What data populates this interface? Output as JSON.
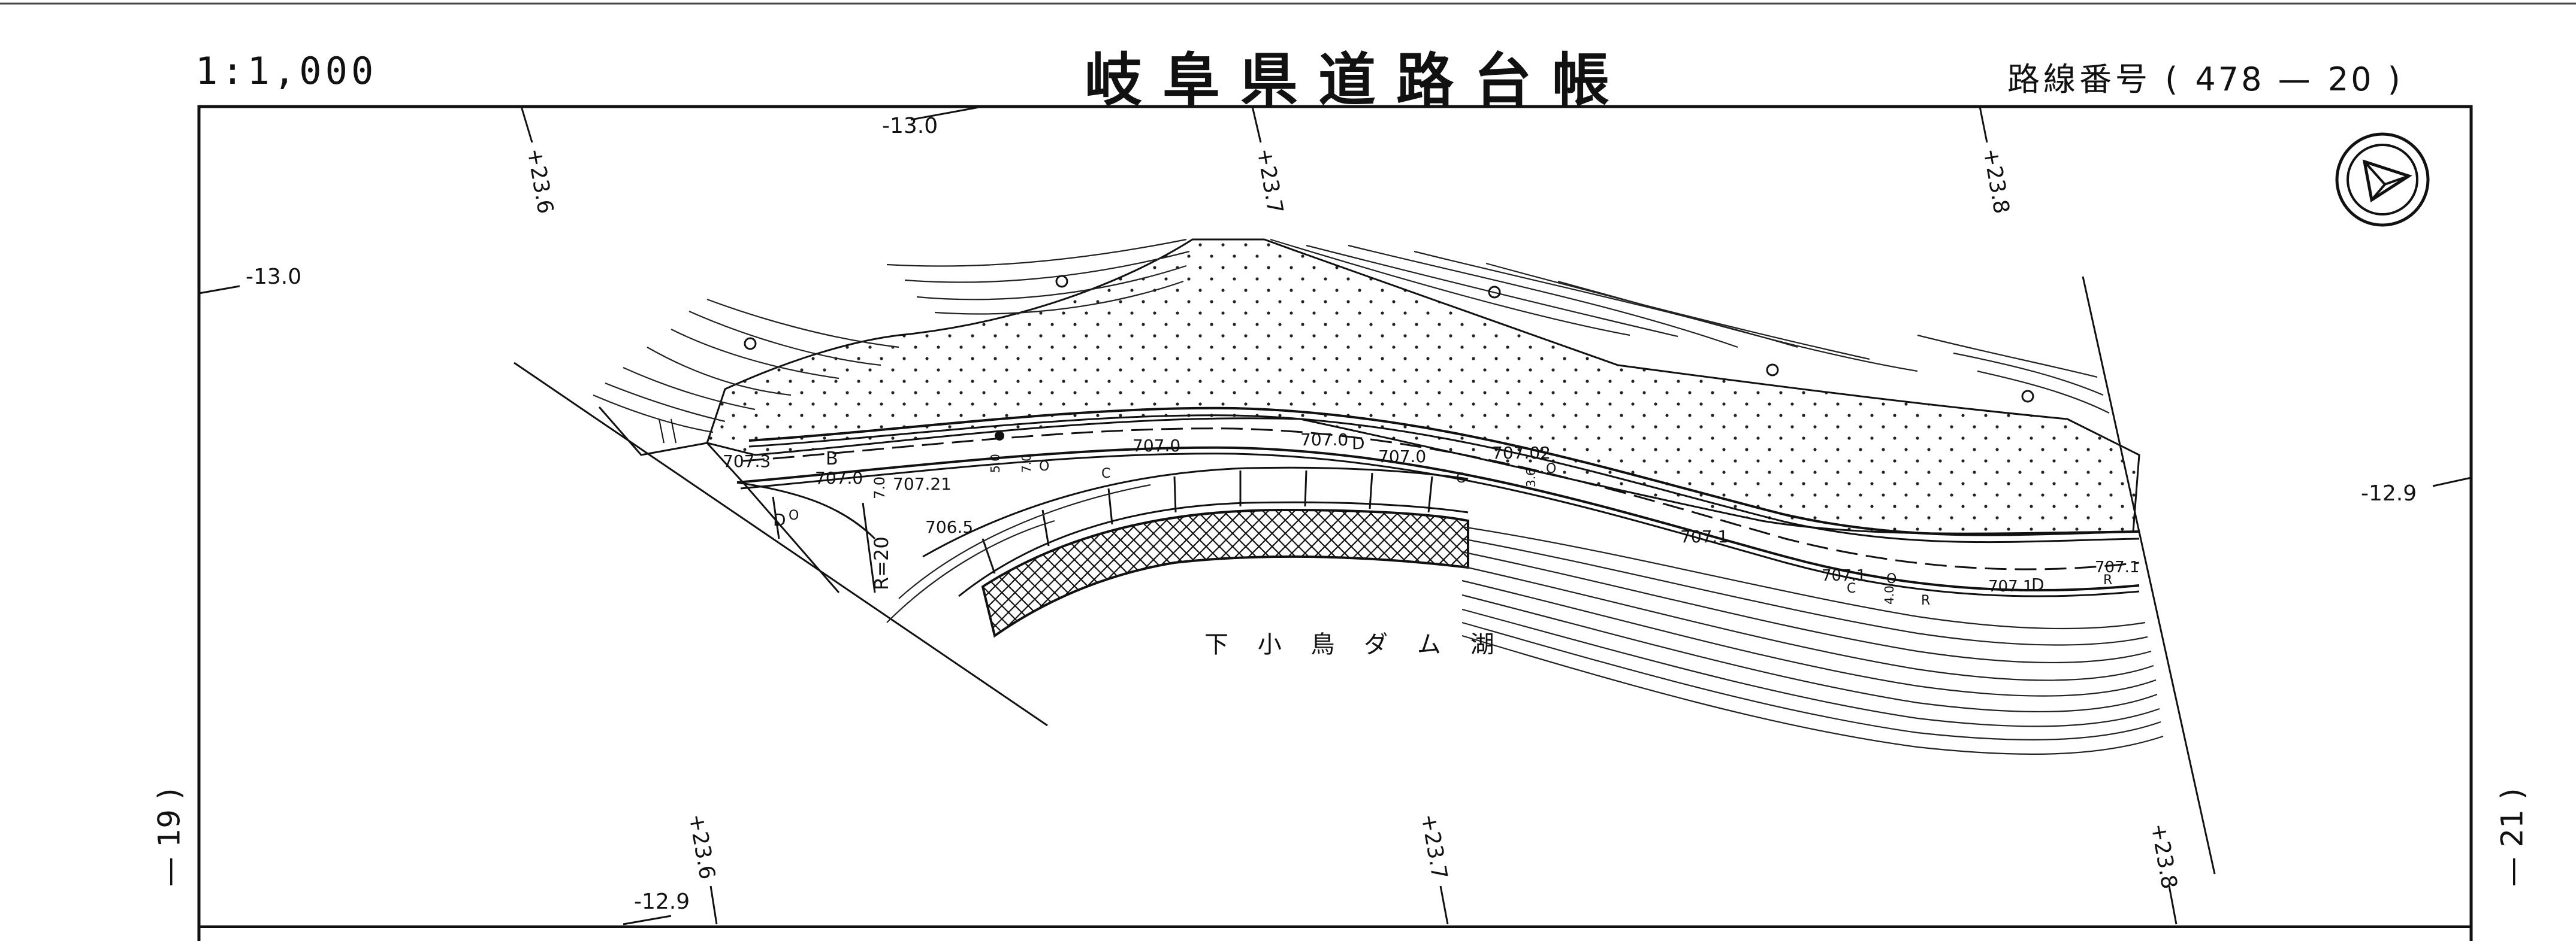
{
  "header": {
    "scale": "1:1,000",
    "title": "岐阜県道路台帳",
    "route_label": "路線番号",
    "route_open": "(",
    "route_number": "478",
    "route_dash": "—",
    "route_section": "20",
    "route_close": ")"
  },
  "adjacent_sheets": {
    "left": "— 19 )",
    "right": "— 21 )"
  },
  "map": {
    "lake_label": "下 小 鳥 ダ ム 湖",
    "grid_labels": {
      "x_top_1": "+23.6",
      "x_top_2": "+23.7",
      "x_top_3": "+23.8",
      "x_bottom_1": "+23.6",
      "x_bottom_2": "+23.7",
      "x_bottom_3": "+23.8",
      "y_top": "-13.0",
      "y_left": "-13.0",
      "y_right": "-12.9",
      "y_bottom": "-12.9"
    },
    "elevations": {
      "e1": "707.3",
      "e2": "707.0",
      "e3": "707.21",
      "e4": "706.5",
      "e5": "707.0",
      "e6": "707.0",
      "e7": "707.0",
      "e8": "707.02",
      "e9": "707.1",
      "e10": "707.1",
      "e11": "707.1",
      "e12": "707.1"
    },
    "annotations": {
      "radius": "R=20",
      "width": "7.0",
      "b_mark": "B",
      "c_mark_1": "C",
      "c_mark_2": "C",
      "c_mark_3": "C",
      "r_mark_1": "R",
      "r_mark_2": "R",
      "d_mark_1": "D",
      "d_mark_2": "D",
      "d_mark_3": "D",
      "dim_1": "5.0",
      "dim_2": "3.6",
      "dim_3": "4.0",
      "dim_4": "7.0",
      "o_mark_1": "O",
      "o_mark_2": "O",
      "o_mark_3": "O",
      "o_mark_4": "O"
    },
    "north_arrow": "north-arrow-icon",
    "colors": {
      "ink": "#111111",
      "paper": "#ffffff"
    }
  }
}
